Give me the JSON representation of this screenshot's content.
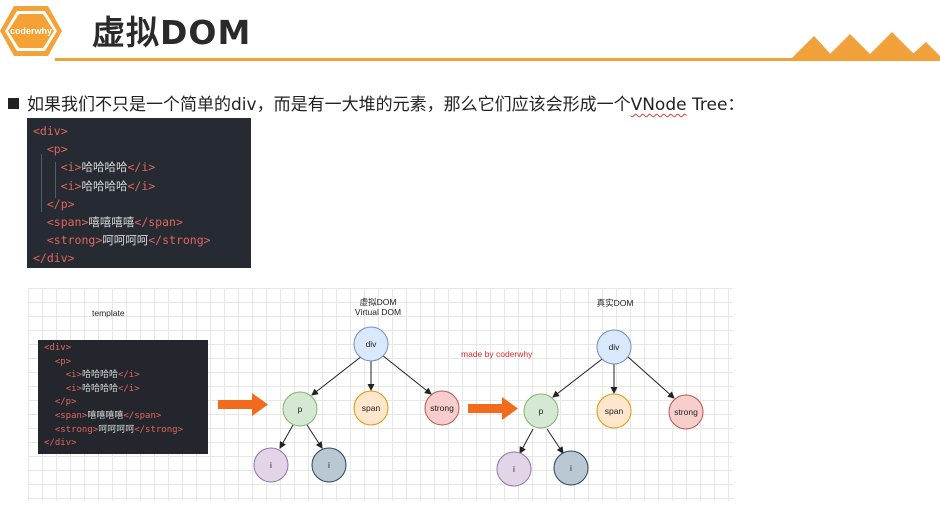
{
  "header": {
    "logo_text": "coderwhy",
    "title": "虚拟DOM",
    "accent_color": "#f0a13a"
  },
  "bullet": {
    "text_before": "如果我们不只是一个简单的div，而是有一大堆的元素，那么它们应该会形成一个",
    "vnode": "VNode",
    "text_after": " Tree："
  },
  "code_lines": [
    {
      "indent": "",
      "open": "<div>",
      "content": "",
      "close": ""
    },
    {
      "indent": "  ",
      "open": "<p>",
      "content": "",
      "close": ""
    },
    {
      "indent": "    ",
      "open": "<i>",
      "content": "哈哈哈哈",
      "close": "</i>"
    },
    {
      "indent": "    ",
      "open": "<i>",
      "content": "哈哈哈哈",
      "close": "</i>"
    },
    {
      "indent": "  ",
      "open": "</p>",
      "content": "",
      "close": ""
    },
    {
      "indent": "  ",
      "open": "<span>",
      "content": "嘻嘻嘻嘻",
      "close": "</span>"
    },
    {
      "indent": "  ",
      "open": "<strong>",
      "content": "呵呵呵呵",
      "close": "</strong>"
    },
    {
      "indent": "",
      "open": "</div>",
      "content": "",
      "close": ""
    }
  ],
  "diagram": {
    "template_label": "template",
    "vdom_label_cn": "虚拟DOM",
    "vdom_label_en": "Virtual DOM",
    "real_dom_label": "真实DOM",
    "made_by": "made by coderwhy",
    "nodes": {
      "div": "div",
      "p": "p",
      "span": "span",
      "strong": "strong",
      "i": "i"
    },
    "colors": {
      "div": "#dae8fc",
      "div_stroke": "#6c8ebf",
      "p": "#d5e8d4",
      "p_stroke": "#82b366",
      "span": "#ffe6cc",
      "span_stroke": "#d79b00",
      "strong": "#f8cecc",
      "strong_stroke": "#b85450",
      "i1": "#e1d5e7",
      "i1_stroke": "#9673a6",
      "i2": "#bac8d3",
      "i2_stroke": "#23445d",
      "arrow": "#f26b1d"
    }
  }
}
